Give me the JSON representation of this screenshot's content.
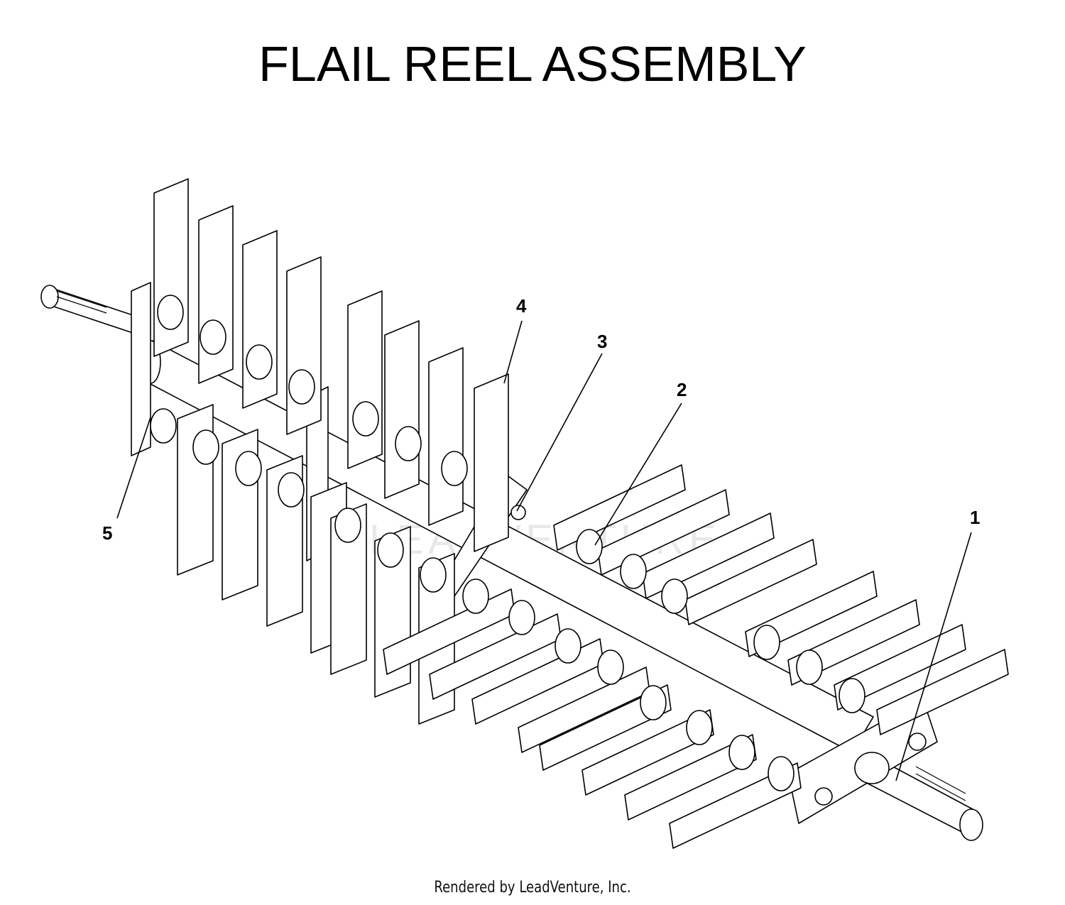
{
  "title": "FLAIL REEL ASSEMBLY",
  "footer": "Rendered by LeadVenture, Inc.",
  "watermark": "LEADVENTURE",
  "callouts": [
    {
      "id": "1",
      "label": "1"
    },
    {
      "id": "2",
      "label": "2"
    },
    {
      "id": "3",
      "label": "3"
    },
    {
      "id": "4",
      "label": "4"
    },
    {
      "id": "5",
      "label": "5"
    }
  ]
}
